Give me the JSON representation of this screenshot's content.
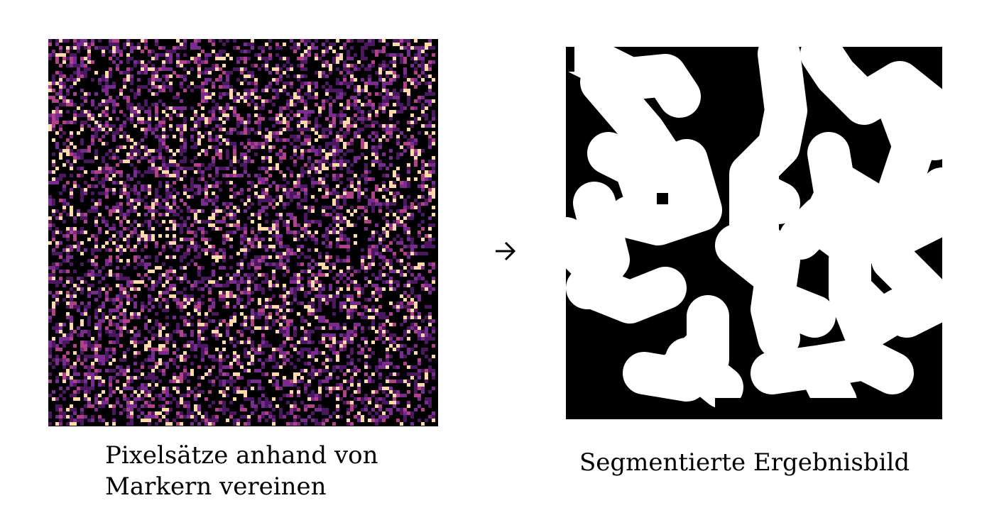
{
  "left_panel": {
    "caption_line1": "Pixelsätze anhand von",
    "caption_line2": "Markern vereinen",
    "colors": {
      "background": "#000000",
      "dim": "#4a1760",
      "mid": "#7a2b8f",
      "bright": "#b3418a",
      "hot": "#ffd9a8"
    }
  },
  "right_panel": {
    "caption": "Segmentierte Ergebnisbild",
    "colors": {
      "background": "#000000",
      "foreground": "#ffffff"
    }
  },
  "arrow_icon": "arrow-right-icon"
}
